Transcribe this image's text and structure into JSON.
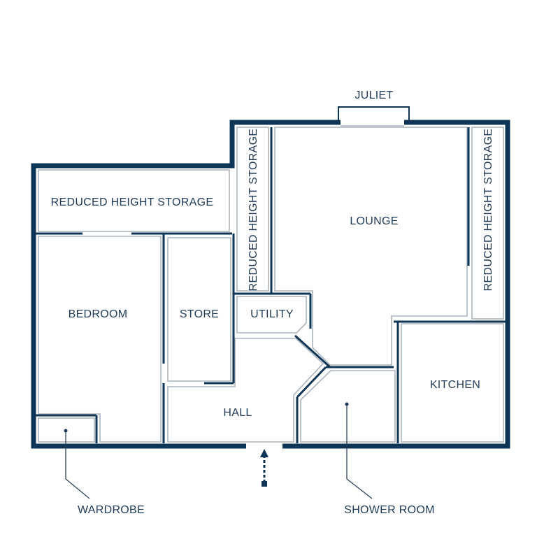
{
  "plan": {
    "labels": {
      "juliet": "JULIET",
      "reduced_storage_top": "REDUCED HEIGHT STORAGE",
      "reduced_storage_left_vertical": "REDUCED HEIGHT STORAGE",
      "reduced_storage_right_vertical": "REDUCED HEIGHT STORAGE",
      "lounge": "LOUNGE",
      "bedroom": "BEDROOM",
      "store": "STORE",
      "utility": "UTILITY",
      "hall": "HALL",
      "kitchen": "KITCHEN",
      "wardrobe": "WARDROBE",
      "shower_room": "SHOWER ROOM"
    },
    "colors": {
      "wall": "#0e3556",
      "inner_line": "#aab4be",
      "text": "#1f3a56",
      "background": "#ffffff"
    },
    "icons": {
      "entrance": "dashed-arrow-up"
    }
  }
}
